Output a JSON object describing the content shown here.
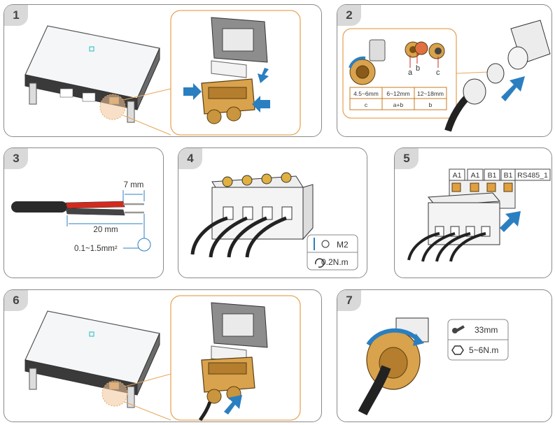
{
  "steps": [
    {
      "number": "1"
    },
    {
      "number": "2",
      "labels": {
        "a": "a",
        "b": "b",
        "c": "c"
      },
      "table": {
        "headers": [
          "4.5~6mm",
          "6~12mm",
          "12~18mm"
        ],
        "values": [
          "c",
          "a+b",
          "b"
        ]
      }
    },
    {
      "number": "3",
      "strip_length": "7 mm",
      "sheath_length": "20 mm",
      "cross_section": "0.1~1.5mm²"
    },
    {
      "number": "4",
      "screwdriver": "M2",
      "torque": "0.2N.m"
    },
    {
      "number": "5",
      "terminals": [
        "A1",
        "A1",
        "B1",
        "B1"
      ],
      "port": "RS485_1"
    },
    {
      "number": "6"
    },
    {
      "number": "7",
      "wrench": "33mm",
      "torque": "5~6N.m"
    }
  ],
  "colors": {
    "border": "#8a8a8a",
    "tab": "#d9d9d9",
    "accent_orange": "#e8a65a",
    "arrow_blue": "#2a7fc1",
    "gold": "#d9a24c",
    "table_border": "#c8781e"
  }
}
